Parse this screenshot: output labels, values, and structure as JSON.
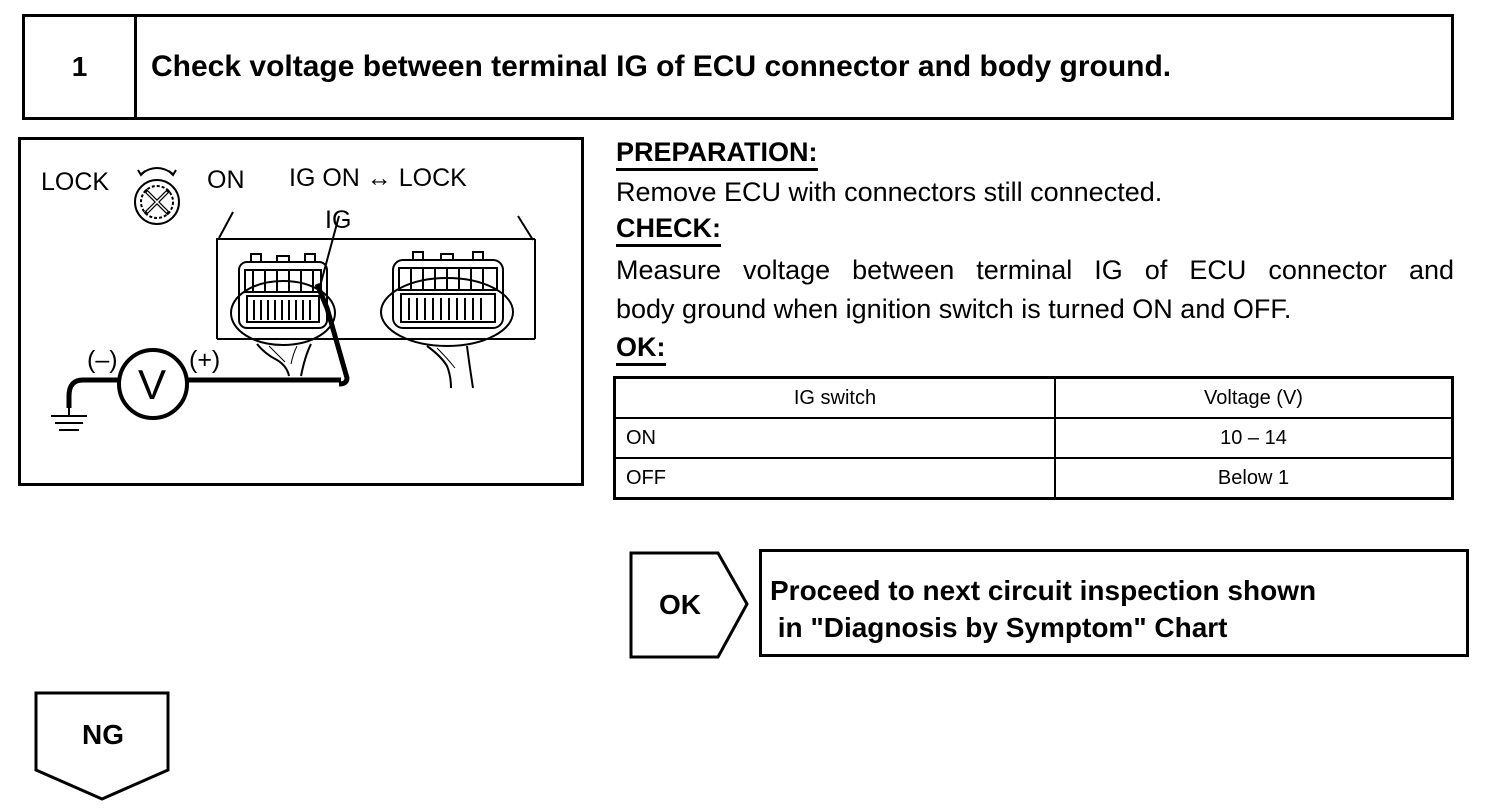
{
  "step": {
    "number": "1",
    "title": "Check voltage between terminal IG of ECU connector and body ground."
  },
  "illustration": {
    "lock_label": "LOCK",
    "on_label": "ON",
    "switch_label": "IG ON ↔ LOCK",
    "terminal_label": "IG",
    "meter_symbol": "V",
    "negative_label": "(–)",
    "positive_label": "(+)",
    "icons": [
      "ignition-switch-icon",
      "ecu-connector-icon",
      "voltmeter-icon",
      "ground-icon"
    ]
  },
  "preparation": {
    "heading": "PREPARATION:",
    "text": "Remove ECU with connectors still connected."
  },
  "check": {
    "heading": "CHECK:",
    "line1": "Measure voltage between terminal IG of ECU connector and",
    "line2": "body ground when ignition switch is turned ON and OFF."
  },
  "ok_spec": {
    "heading": "OK:",
    "columns": [
      "IG switch",
      "Voltage (V)"
    ],
    "rows": [
      [
        "ON",
        "10 – 14"
      ],
      [
        "OFF",
        "Below 1"
      ]
    ]
  },
  "ok_branch": {
    "label": "OK",
    "line1": "Proceed to next circuit inspection shown",
    "line2": " in \"Diagnosis by Symptom\" Chart"
  },
  "ng_branch": {
    "label": "NG"
  }
}
